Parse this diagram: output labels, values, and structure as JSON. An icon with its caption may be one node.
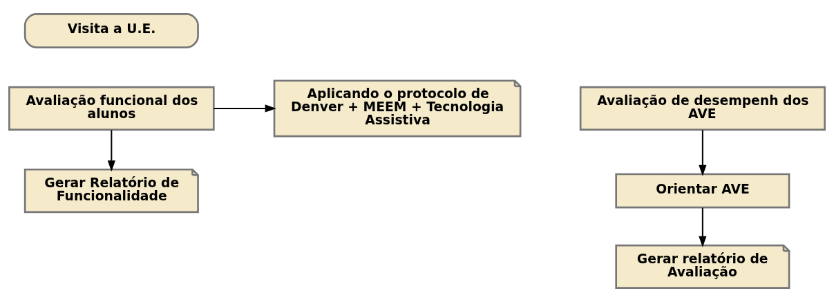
{
  "diagram": {
    "nodes": [
      {
        "text": [
          "Visita a U.E."
        ]
      },
      {
        "text": [
          "Aplicando o protocolo de Denver + MEEM + Tecnologia Assistiva"
        ]
      },
      {
        "text": [
          "Avaliação funcional dos alunos"
        ]
      },
      {
        "text": [
          "Avaliação de desempenh dos AVE"
        ]
      },
      {
        "text": [
          "Gerar Relatório de Funcionalidade"
        ]
      },
      {
        "text": [
          "Orientar AVE"
        ]
      },
      {
        "text": [
          "Gerar relatório de Avaliação"
        ]
      }
    ],
    "edges": [
      {
        "from": 2,
        "to": 1,
        "arrow": "to"
      },
      {
        "from": 2,
        "to": 4,
        "arrow": "to"
      },
      {
        "from": 3,
        "to": 5,
        "arrow": "to"
      },
      {
        "from": 5,
        "to": 6,
        "arrow": "to"
      }
    ]
  }
}
